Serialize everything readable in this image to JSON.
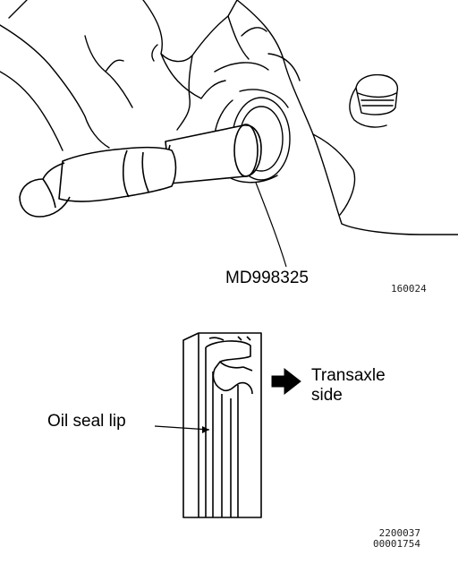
{
  "figure1": {
    "tool_label": "MD998325",
    "figure_code": "160024",
    "icons": [
      "hammer-icon",
      "seal-installer-tool-icon",
      "transaxle-housing-icon"
    ]
  },
  "figure2": {
    "direction_label_line1": "Transaxle",
    "direction_label_line2": "side",
    "lip_label": "Oil seal lip",
    "figure_code_line1": "2200037",
    "figure_code_line2": "00001754",
    "icons": [
      "oil-seal-cross-section-icon",
      "direction-arrow-icon"
    ]
  },
  "colors": {
    "ink": "#000000",
    "background": "#ffffff"
  }
}
